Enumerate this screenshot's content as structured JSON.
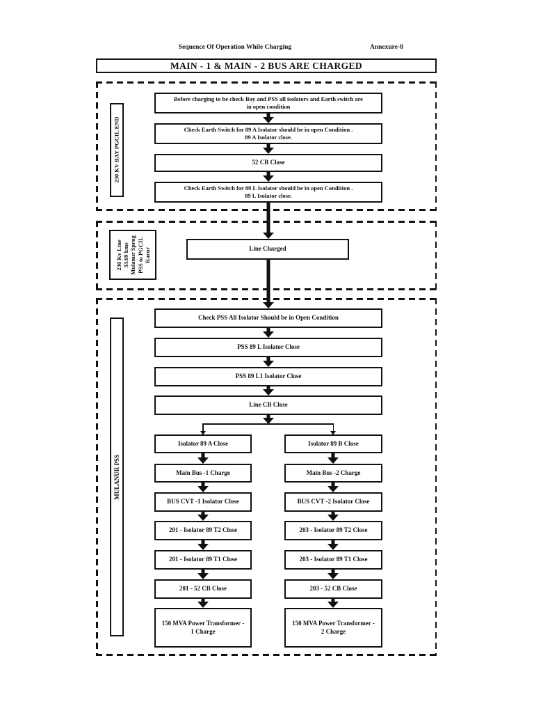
{
  "header": {
    "title": "Sequence Of Operation While Charging",
    "annexure": "Annexure-8",
    "main_title": "MAIN - 1 & MAIN - 2 BUS ARE CHARGED"
  },
  "colors": {
    "ink": "#111111",
    "paper": "#ffffff"
  },
  "sections": [
    {
      "label": "230 KV BAY PGCIL END",
      "steps": [
        "Before charging to be check Bay and PSS all isolators and Earth switch are\nin open condition",
        "Check Earth Switch for 89 A Isolator should be in open Condition .\n89 A Isolator close.",
        "52 CB Close",
        "Check Earth Switch for 89 L Isolator should be in open Condition .\n89 L Isolator close."
      ]
    },
    {
      "label": "230 Kv Line\n33.69 kms\nMulanur Sprng\nPSS to PGCIL\nKarur",
      "steps": [
        "Line Charged"
      ]
    },
    {
      "label": "MULANUR PSS",
      "steps": [
        "Check PSS All Isolator Should be in Open Condition",
        "PSS 89 L Isolator Close",
        "PSS 89 L1 Isolator Close",
        "Line CB Close"
      ],
      "left_branch": [
        "Isolator 89 A Close",
        "Main Bus -1 Charge",
        "BUS CVT -1 Isolator Close",
        "201 - Isolator 89 T2 Close",
        "201 - Isolator 89 T1 Close",
        "201 - 52 CB Close",
        "150 MVA Power Transformer -\n1 Charge"
      ],
      "right_branch": [
        "Isolator 89 B Close",
        "Main Bus -2 Charge",
        "BUS CVT -2 Isolator Close",
        "203 - Isolator 89 T2 Close",
        "203 - Isolator 89 T1 Close",
        "203 - 52 CB Close",
        "150 MVA Power Transformer -\n2 Charge"
      ]
    }
  ]
}
